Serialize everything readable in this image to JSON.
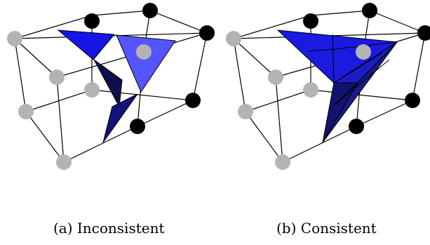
{
  "colors": {
    "positive_vertex": "#000000",
    "negative_vertex": "#b3b3b3",
    "edge": "#000000",
    "face_bright": "#1515e6",
    "face_light": "#5555ff",
    "face_dark": "#0f0f4d",
    "face_mid": "#1a1a8a",
    "face_consistent_top": "#1a1ae0",
    "face_consistent_side": "#121270"
  },
  "panels": [
    {
      "id": "a",
      "caption": "(a) Inconsistent"
    },
    {
      "id": "b",
      "caption": "(b) Consistent"
    }
  ]
}
